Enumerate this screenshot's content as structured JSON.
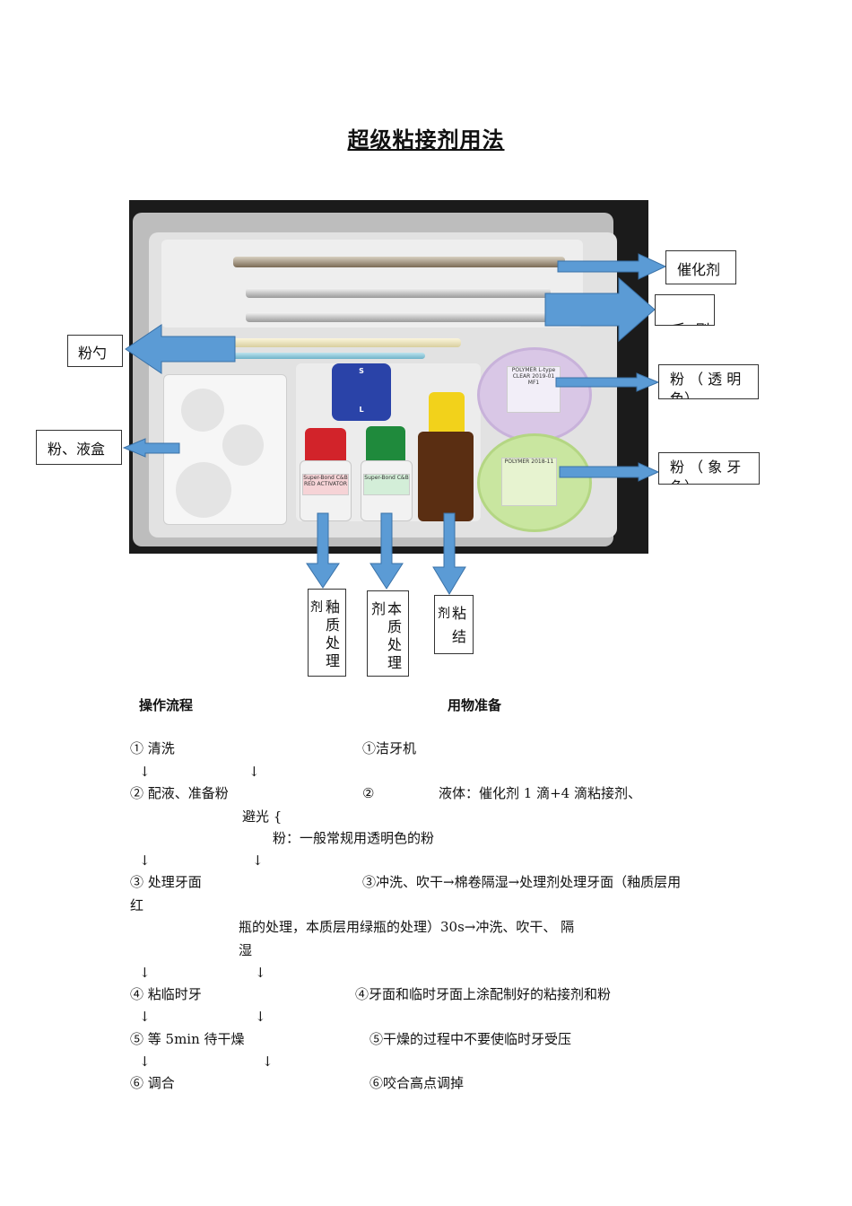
{
  "title": "超级粘接剂用法",
  "callouts": {
    "catalyst": "催化剂",
    "brush": "毛  刷",
    "powder_spoon": "粉勺",
    "powder_liquid_box": "粉、液盒",
    "powder_clear": "粉 （ 透 明 色）",
    "powder_ivory": "粉 （ 象 牙 色）",
    "enamel_treat": [
      "剂",
      "釉",
      "质",
      "处",
      "理"
    ],
    "dentin_treat": [
      "剂",
      "本",
      "质",
      "处",
      "理"
    ],
    "bonding": [
      "剂",
      "粘",
      "结"
    ]
  },
  "photo_labels": {
    "jar_clear": "POLYMER L-type CLEAR 2019-01 MF1",
    "jar_ivory": "POLYMER 2018-11",
    "red_bottle": "Super-Bond C&B RED ACTIVATOR",
    "green_bottle": "Super-Bond C&B",
    "block_s": "S",
    "block_l": "L"
  },
  "headers": {
    "procedure": "操作流程",
    "materials": "用物准备"
  },
  "lines": {
    "s1": "① 清洗",
    "m1": "①洁牙机",
    "ar1": "↓",
    "ar1b": "↓",
    "s2": "② 配液、准备粉",
    "m2a": "②",
    "m2b": "液体：催化剂 1 滴+4 滴粘接剂、",
    "m2c": "避光 {",
    "m2d": "粉：一般常规用透明色的粉",
    "ar2": "↓",
    "ar2b": "↓",
    "s3": "③ 处理牙面",
    "m3a": "③冲洗、吹干→棉卷隔湿→处理剂处理牙面（釉质层用",
    "m3b": "红",
    "m3c": "瓶的处理，本质层用绿瓶的处理）30s→冲洗、吹干、 隔",
    "m3d": "湿",
    "ar3": "↓",
    "ar3b": "↓",
    "s4": "④ 粘临时牙",
    "m4": "④牙面和临时牙面上涂配制好的粘接剂和粉",
    "ar4": "↓",
    "ar4b": "↓",
    "s5": "⑤ 等 5min 待干燥",
    "m5": "⑤干燥的过程中不要使临时牙受压",
    "ar5": "↓",
    "ar5b": "↓",
    "s6": "⑥ 调合",
    "m6": "⑥咬合高点调掉"
  },
  "colors": {
    "arrow": "#5b9bd5",
    "arrow_stroke": "#3a72a8",
    "red_cap": "#d2232a",
    "green_cap": "#1f8a3c",
    "yellow_cap": "#f2d21b",
    "jar_lilac": "#d9c7e6",
    "jar_green": "#c9e6a0"
  }
}
